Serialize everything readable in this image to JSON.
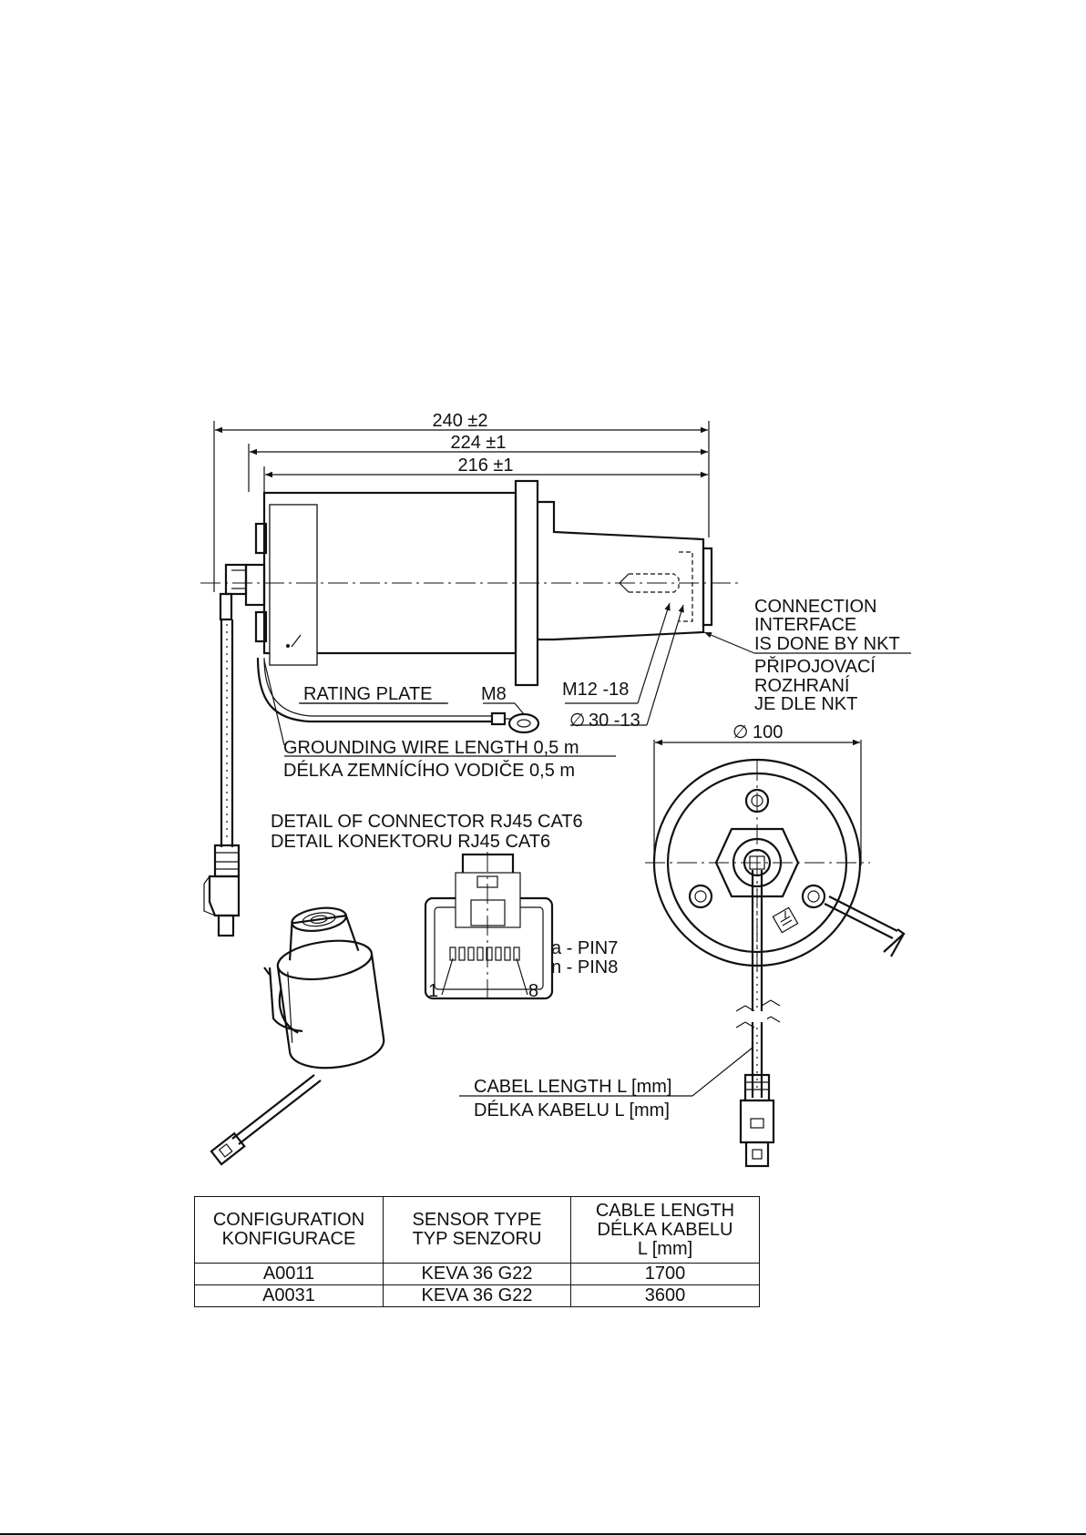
{
  "dimensions": {
    "overall_length": "240 ±2",
    "body_length_1": "224 ±1",
    "body_length_2": "216 ±1",
    "thread": "M12 -18",
    "bore": "30 -13",
    "diameter": "100",
    "ground_lug": "M8"
  },
  "labels": {
    "rating_plate": "RATING PLATE",
    "connection_en_1": "CONNECTION",
    "connection_en_2": "INTERFACE",
    "connection_en_3": "IS DONE BY NKT",
    "connection_cz_1": "PŘIPOJOVACÍ",
    "connection_cz_2": "ROZHRANÍ",
    "connection_cz_3": "JE DLE NKT",
    "grounding_en": "GROUNDING WIRE LENGTH 0,5 m",
    "grounding_cz": "DÉLKA ZEMNÍCÍHO VODIČE 0,5 m",
    "detail_en": "DETAIL OF CONNECTOR RJ45 CAT6",
    "detail_cz": "DETAIL KONEKTORU RJ45 CAT6",
    "pin_a": "a - PIN7",
    "pin_n": "n - PIN8",
    "pin_1": "1",
    "pin_8": "8",
    "cable_en": "CABEL LENGTH L [mm]",
    "cable_cz": "DÉLKA KABELU L [mm]",
    "diameter_symbol": "∅"
  },
  "table": {
    "headers": [
      "CONFIGURATION\nKONFIGURACE",
      "SENSOR TYPE\nTYP SENZORU",
      "CABLE LENGTH\nDÉLKA KABELU\nL [mm]"
    ],
    "rows": [
      [
        "A0011",
        "KEVA 36 G22",
        "1700"
      ],
      [
        "A0031",
        "KEVA 36 G22",
        "3600"
      ]
    ]
  }
}
